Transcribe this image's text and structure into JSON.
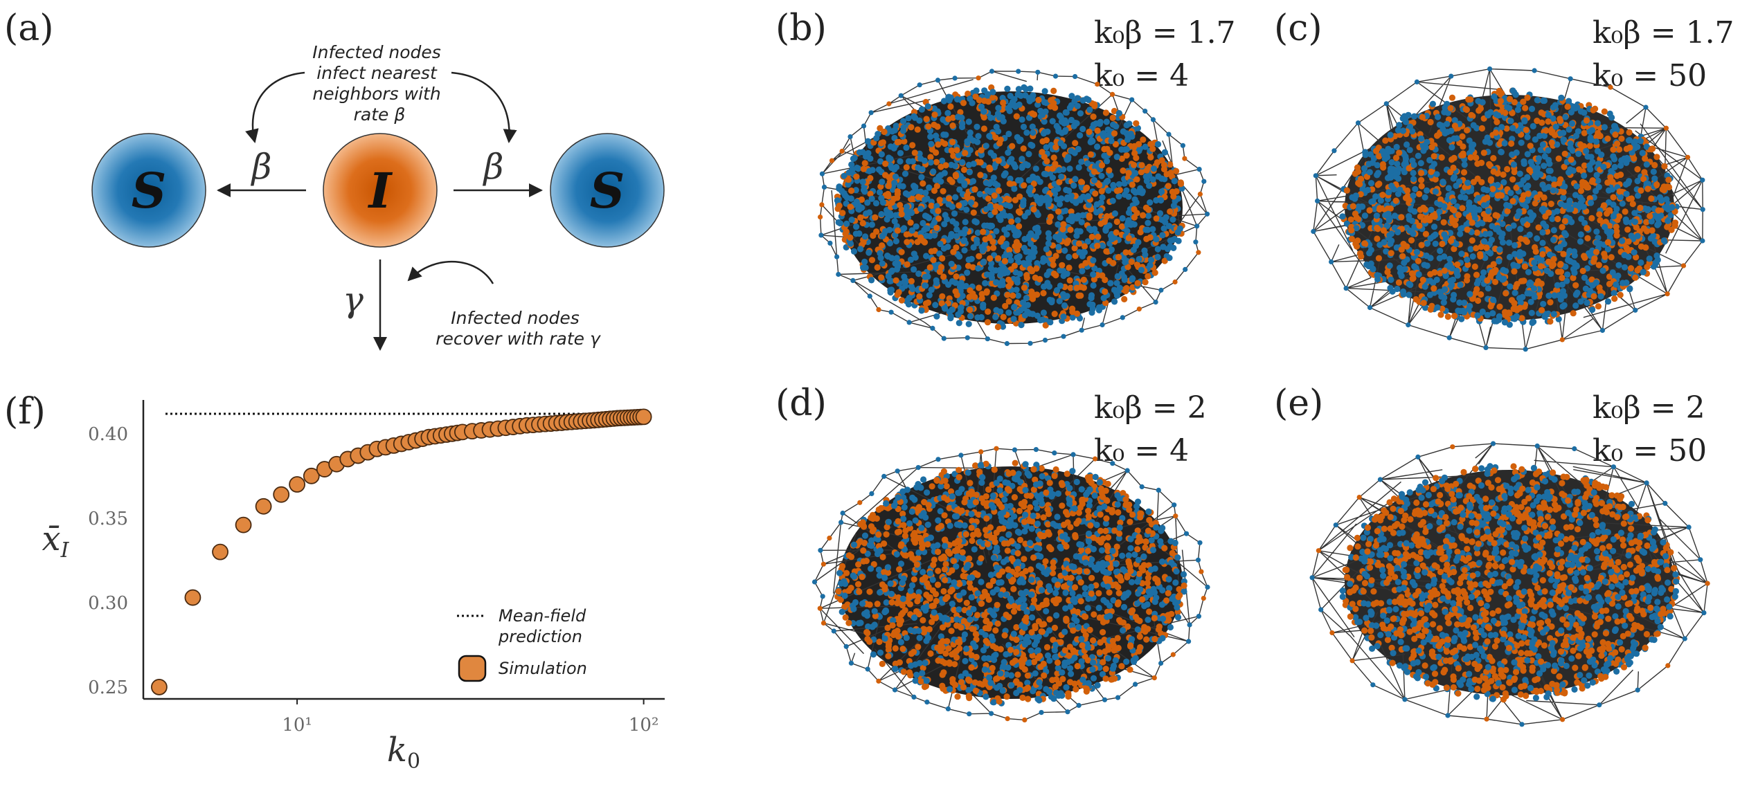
{
  "panel_labels": {
    "a": "(a)",
    "b": "(b)",
    "c": "(c)",
    "d": "(d)",
    "e": "(e)",
    "f": "(f)"
  },
  "schematic": {
    "susceptible_label": "S",
    "infected_label": "I",
    "beta_symbol": "β",
    "gamma_symbol": "γ",
    "infect_note": [
      "Infected nodes",
      "infect nearest",
      "neighbors with",
      "rate β"
    ],
    "recover_note": [
      "Infected nodes",
      "recover with rate γ"
    ],
    "colors": {
      "susceptible": "#1c6ea4",
      "infected": "#d2600a"
    }
  },
  "network_panels": [
    {
      "id": "b",
      "eq1": "k₀β = 1.7",
      "eq2": "k₀ = 4",
      "dense": false,
      "infected_fraction": 0.35
    },
    {
      "id": "c",
      "eq1": "k₀β = 1.7",
      "eq2": "k₀ = 50",
      "dense": true,
      "infected_fraction": 0.42
    },
    {
      "id": "d",
      "eq1": "k₀β = 2",
      "eq2": "k₀ = 4",
      "dense": false,
      "infected_fraction": 0.55
    },
    {
      "id": "e",
      "eq1": "k₀β = 2",
      "eq2": "k₀ = 50",
      "dense": true,
      "infected_fraction": 0.55
    }
  ],
  "chart_data": {
    "type": "scatter",
    "xlabel": "k₀",
    "ylabel": "x̄_I",
    "x_scale": "log",
    "xlim": [
      3.6,
      115
    ],
    "ylim": [
      0.243,
      0.42
    ],
    "x_tick_labels": [
      "10¹",
      "10²"
    ],
    "x_ticks": [
      10,
      100
    ],
    "y_ticks": [
      0.25,
      0.3,
      0.35,
      0.4
    ],
    "y_tick_labels": [
      "0.25",
      "0.30",
      "0.35",
      "0.40"
    ],
    "mean_field_prediction": 0.4118,
    "legend": {
      "line": "Mean-field prediction",
      "marker": "Simulation",
      "position": "lower-right"
    },
    "series": [
      {
        "name": "Simulation",
        "x": [
          4,
          5,
          6,
          7,
          8,
          9,
          10,
          11,
          12,
          13,
          14,
          15,
          16,
          17,
          18,
          19,
          20,
          21,
          22,
          23,
          24,
          25,
          26,
          27,
          28,
          29,
          30,
          32,
          34,
          36,
          38,
          40,
          42,
          44,
          46,
          48,
          50,
          52,
          54,
          56,
          58,
          60,
          62,
          64,
          66,
          68,
          70,
          72,
          74,
          76,
          78,
          80,
          82,
          84,
          86,
          88,
          90,
          92,
          94,
          96,
          98,
          100
        ],
        "y": [
          0.25,
          0.303,
          0.33,
          0.346,
          0.357,
          0.364,
          0.37,
          0.375,
          0.379,
          0.382,
          0.385,
          0.387,
          0.389,
          0.391,
          0.392,
          0.393,
          0.394,
          0.395,
          0.396,
          0.397,
          0.398,
          0.3985,
          0.399,
          0.3995,
          0.4,
          0.4005,
          0.401,
          0.4015,
          0.402,
          0.4025,
          0.403,
          0.4035,
          0.404,
          0.4045,
          0.405,
          0.4052,
          0.4055,
          0.4058,
          0.406,
          0.4063,
          0.4065,
          0.4068,
          0.407,
          0.4072,
          0.4074,
          0.4076,
          0.4078,
          0.408,
          0.4082,
          0.4084,
          0.4086,
          0.4088,
          0.409,
          0.4092,
          0.4093,
          0.4094,
          0.4095,
          0.4096,
          0.4097,
          0.4098,
          0.4099,
          0.41
        ]
      }
    ],
    "colors": {
      "marker_fill": "#e0873f",
      "marker_edge": "#4a2a10",
      "line": "#111111"
    }
  }
}
